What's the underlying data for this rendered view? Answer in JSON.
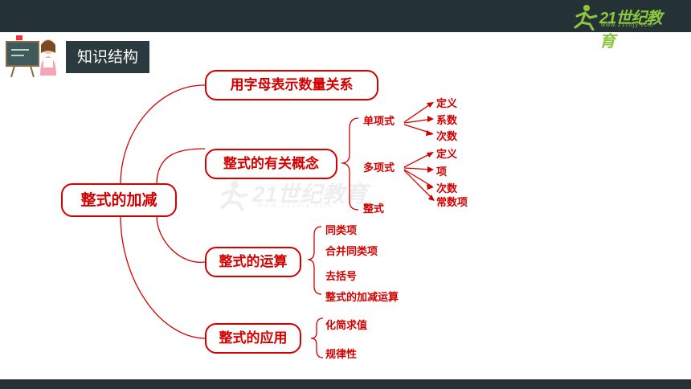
{
  "header": {
    "logo_text": "21世纪教育",
    "logo_url": "www.21cnjy.com"
  },
  "section_title": "知识结构",
  "watermark": {
    "text": "21世纪教育",
    "url": "www.21cnjy.com"
  },
  "diagram": {
    "root": "整式的加减",
    "branches": [
      {
        "label": "用字母表示数量关系"
      },
      {
        "label": "整式的有关概念",
        "sub": [
          {
            "label": "单项式",
            "items": [
              "定义",
              "系数",
              "次数"
            ]
          },
          {
            "label": "多项式",
            "items": [
              "定义",
              "项",
              "次数",
              "常数项"
            ]
          },
          {
            "label": "整式"
          }
        ]
      },
      {
        "label": "整式的运算",
        "items": [
          "同类项",
          "合并同类项",
          "去括号",
          "整式的加减运算"
        ]
      },
      {
        "label": "整式的应用",
        "items": [
          "化简求值",
          "规律性"
        ]
      }
    ]
  },
  "colors": {
    "accent": "#d40000",
    "bar": "#243236",
    "title_bg": "#2b3a3f",
    "logo": "#8cc63f"
  }
}
